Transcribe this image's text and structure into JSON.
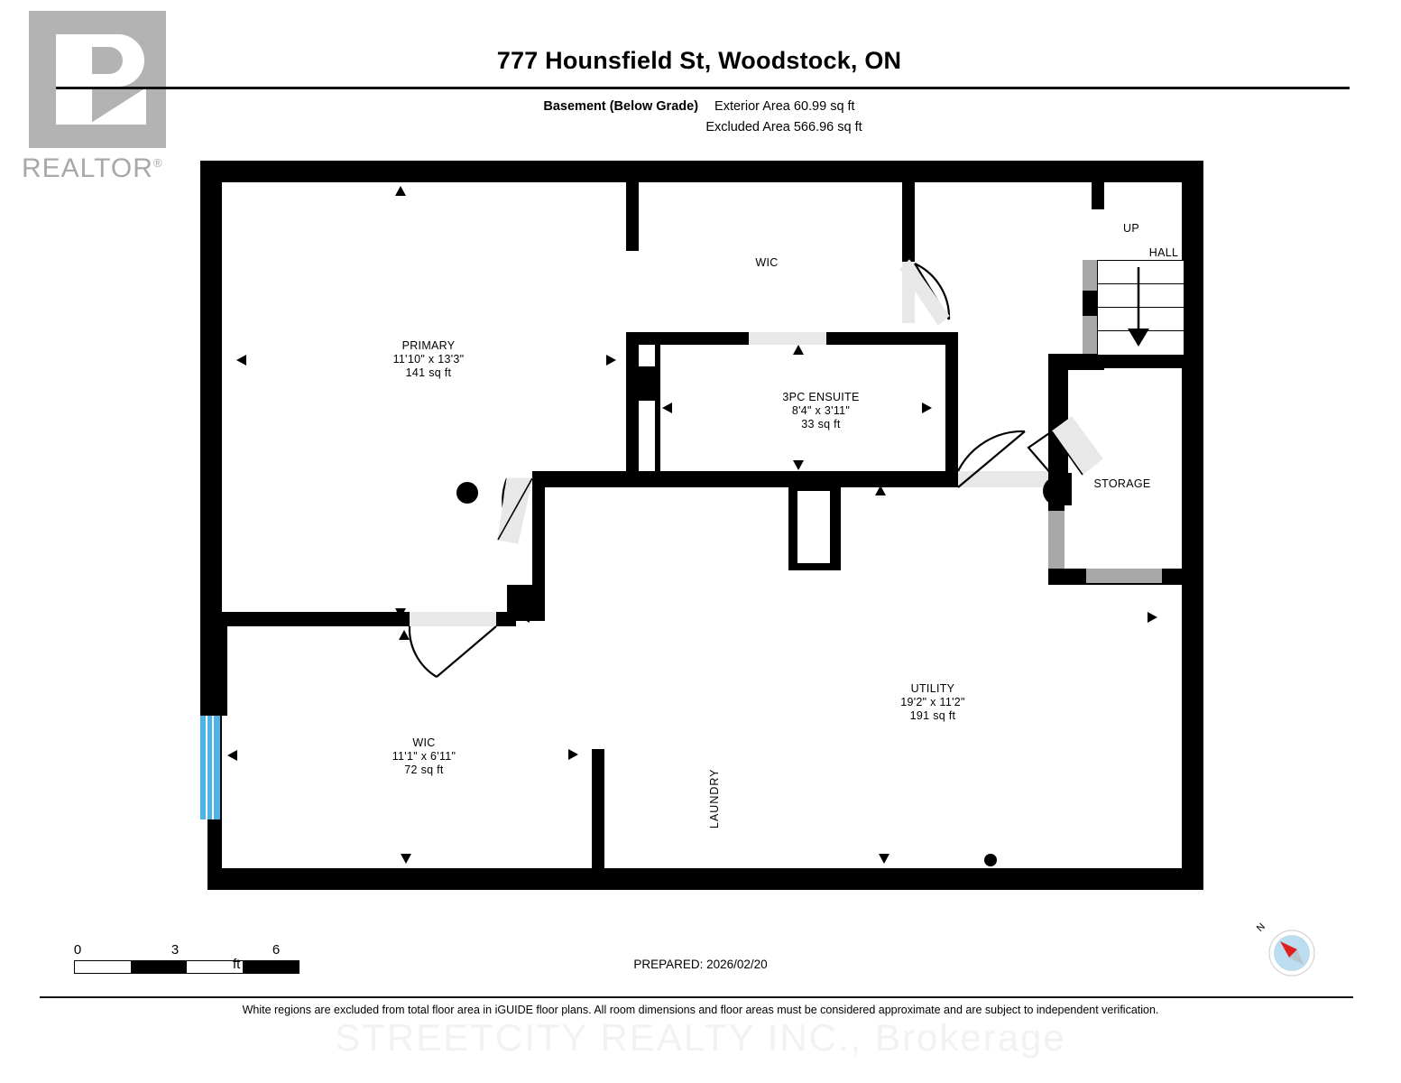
{
  "brand": {
    "logo_text": "REALTOR",
    "logo_registered": "®"
  },
  "header": {
    "title": "777 Hounsfield St, Woodstock, ON",
    "level": "Basement (Below Grade)",
    "exterior_area": "Exterior Area 60.99 sq ft",
    "excluded_area": "Excluded Area 566.96 sq ft"
  },
  "rooms": [
    {
      "name": "PRIMARY",
      "dimensions": "11'10\" x 13'3\"",
      "area": "141 sq ft"
    },
    {
      "name": "WIC",
      "dimensions": "",
      "area": ""
    },
    {
      "name": "HALL",
      "dimensions": "",
      "area": ""
    },
    {
      "name": "3PC ENSUITE",
      "dimensions": "8'4\" x 3'11\"",
      "area": "33 sq ft"
    },
    {
      "name": "STORAGE",
      "dimensions": "",
      "area": ""
    },
    {
      "name": "UTILITY",
      "dimensions": "19'2\" x 11'2\"",
      "area": "191 sq ft"
    },
    {
      "name": "WIC",
      "dimensions": "11'1\" x 6'11\"",
      "area": "72 sq ft"
    },
    {
      "name": "LAUNDRY",
      "dimensions": "",
      "area": ""
    }
  ],
  "stairs": {
    "label": "UP"
  },
  "scale": {
    "ticks": [
      "0",
      "3",
      "6"
    ],
    "unit": "ft"
  },
  "compass": {
    "north_label": "N"
  },
  "footer": {
    "prepared": "PREPARED: 2026/02/20",
    "disclaimer": "White regions are excluded from total floor area in iGUIDE floor plans. All room dimensions and floor areas must be considered approximate and are subject to independent verification.",
    "watermark": "STREETCITY REALTY INC., Brokerage"
  },
  "colors": {
    "wall": "#000000",
    "window": "#4fb3e8",
    "door_gray": "#a8a8a8",
    "door_open": "#e8e8e8",
    "logo_gray": "#b3b3b3"
  }
}
